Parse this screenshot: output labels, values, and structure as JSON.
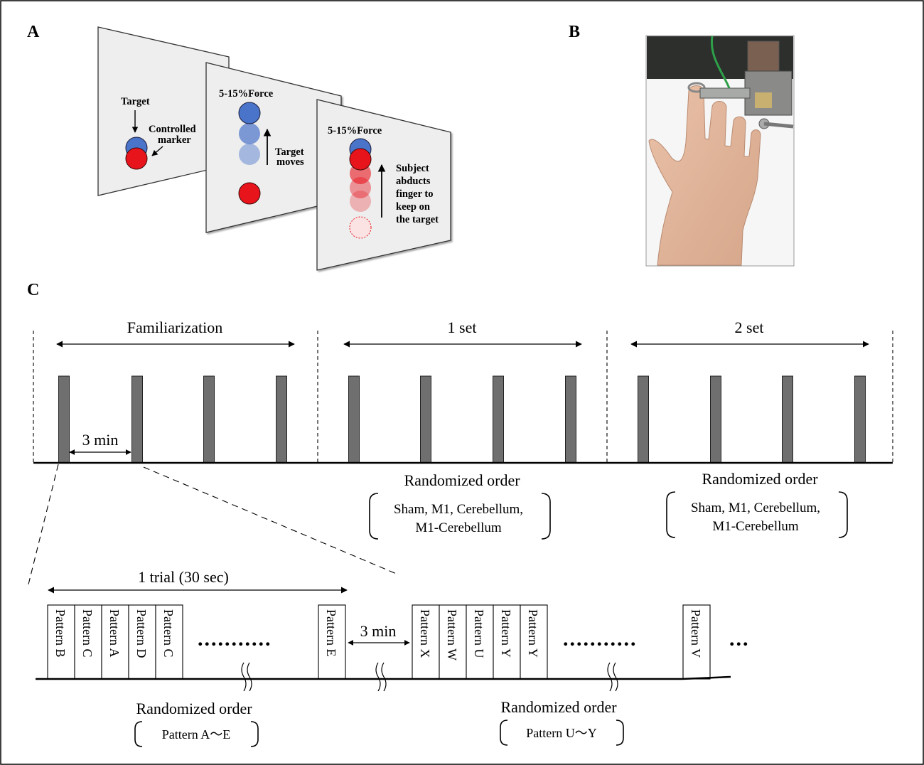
{
  "panels": {
    "a": "A",
    "b": "B",
    "c": "C"
  },
  "panel_a": {
    "screen1": {
      "target_label": "Target",
      "marker_label_1": "Controlled",
      "marker_label_2": "marker"
    },
    "screen2": {
      "force_label": "5-15%Force",
      "moves_label_1": "Target",
      "moves_label_2": "moves"
    },
    "screen3": {
      "force_label": "5-15%Force",
      "subject_lines": [
        "Subject",
        "abducts",
        "finger to",
        "keep on",
        "the target"
      ]
    },
    "colors": {
      "target": "#4a74c9",
      "marker": "#e8141c",
      "screen": "#efefef"
    }
  },
  "panel_c": {
    "timeline": {
      "familiarization": "Familiarization",
      "set1": "1 set",
      "set2": "2 set",
      "interval": "3 min",
      "randomized_1": "Randomized order",
      "conditions_1a": "Sham, M1, Cerebellum,",
      "conditions_1b": "M1-Cerebellum",
      "randomized_2": "Randomized order",
      "conditions_2a": "Sham, M1, Cerebellum,",
      "conditions_2b": "M1-Cerebellum"
    },
    "detail": {
      "trial_label": "1 trial (30 sec)",
      "interval": "3 min",
      "group1_patterns": [
        "Pattern B",
        "Pattern C",
        "Pattern A",
        "Pattern D",
        "Pattern C"
      ],
      "group1_last": "Pattern E",
      "group2_patterns": [
        "Pattern X",
        "Pattern W",
        "Pattern U",
        "Pattern Y",
        "Pattern Y"
      ],
      "group2_last": "Pattern V",
      "dots": "...........",
      "trailing_dots": "...",
      "randomized_1": "Randomized order",
      "range_1": "Pattern A〜E",
      "randomized_2": "Randomized order",
      "range_2": "Pattern U〜Y"
    },
    "colors": {
      "trial_bar": "#6f6f6f"
    }
  }
}
